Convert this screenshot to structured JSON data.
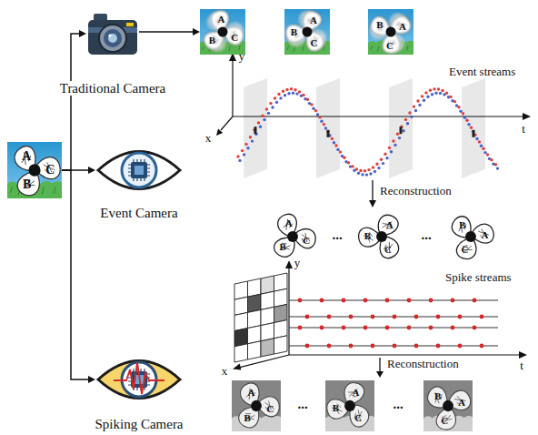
{
  "diagram": {
    "nodes": [
      {
        "text": [
          "A",
          "B",
          "C"
        ]
      },
      {
        "text": [
          "Traditional Camera"
        ]
      },
      {
        "text": [
          "Event Camera"
        ]
      },
      {
        "text": [
          "Spiking Camera"
        ]
      },
      {
        "text": [
          "A",
          "B",
          "C"
        ]
      },
      {
        "text": [
          "A",
          "B",
          "C"
        ]
      },
      {
        "text": [
          "A",
          "B",
          "C"
        ]
      },
      {
        "text": [
          "A",
          "B",
          "C"
        ]
      },
      {
        "text": [
          "A",
          "B",
          "C"
        ]
      },
      {
        "text": [
          "A",
          "B",
          "C"
        ]
      },
      {
        "text": [
          "A",
          "B",
          "C"
        ]
      },
      {
        "text": [
          "A",
          "B",
          "C"
        ]
      },
      {
        "text": [
          "A",
          "B",
          "C"
        ]
      }
    ],
    "edges": [
      {
        "from": 0,
        "to": 1,
        "arrow": "to"
      },
      {
        "from": 0,
        "to": 2,
        "arrow": "to"
      },
      {
        "from": 0,
        "to": 3,
        "arrow": "to"
      },
      {
        "from": 1,
        "to": 4,
        "arrow": "to"
      }
    ],
    "labels": [
      "Event streams",
      "y",
      "x",
      "t",
      "Reconstruction",
      "...",
      "...",
      "Spike streams",
      "y",
      "x",
      "t",
      "Reconstruction",
      "...",
      "..."
    ]
  }
}
